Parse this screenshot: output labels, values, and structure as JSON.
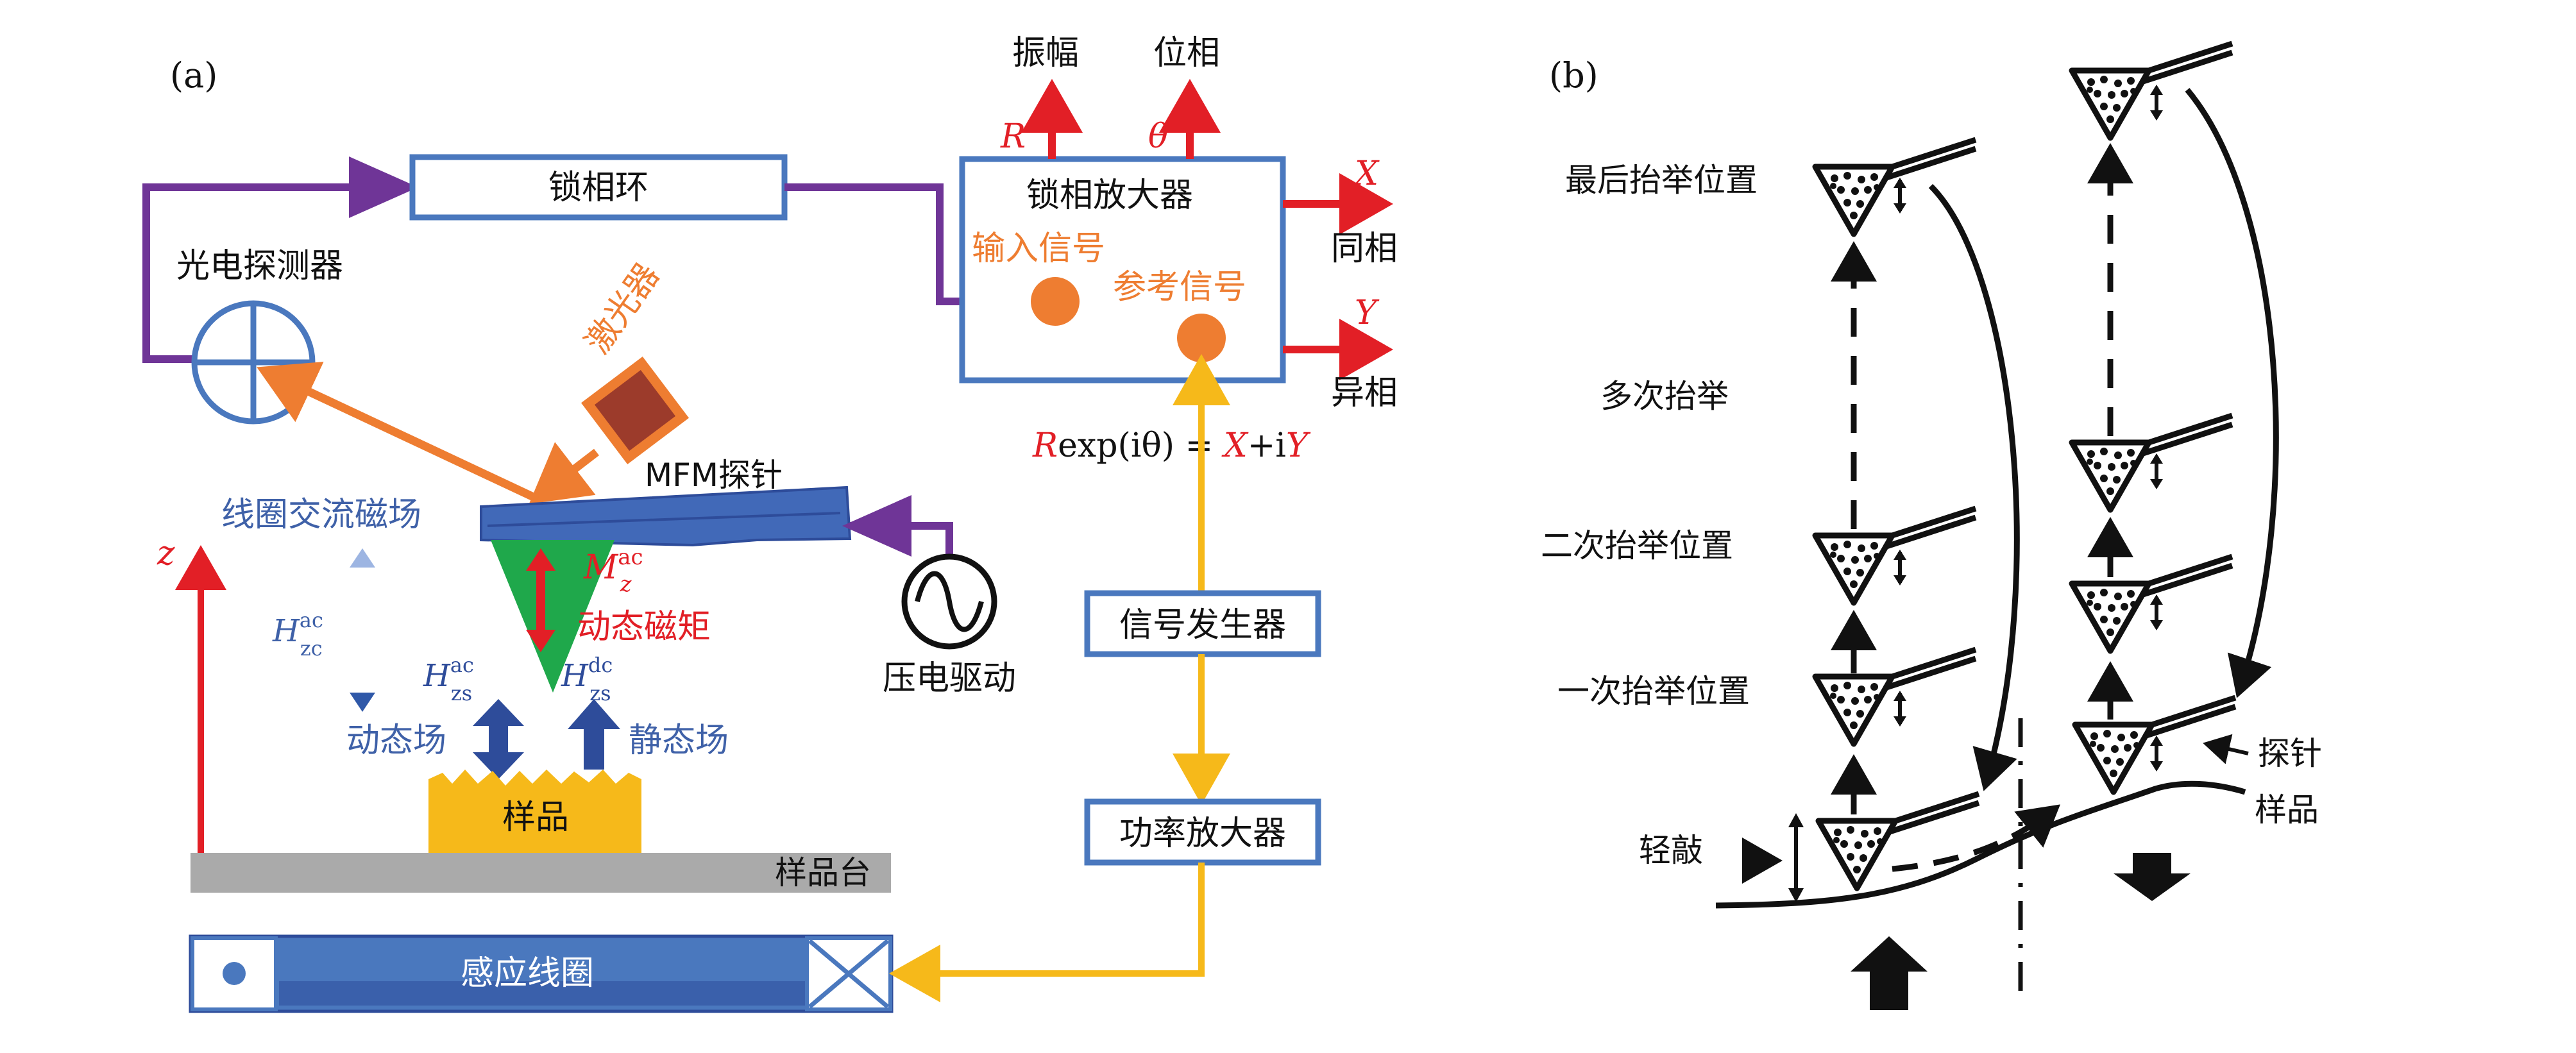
{
  "panel_a": {
    "label": "(a)",
    "lockin_loop": "锁相环",
    "photodetector": "光电探测器",
    "laser": "激光器",
    "probe": "MFM探针",
    "coil_field": "线圈交流磁场",
    "z_axis": "z",
    "h_zc": "H",
    "h_zc_sup": "ac",
    "h_zc_sub": "zc",
    "h_zs_ac": "H",
    "h_zs_ac_sup": "ac",
    "h_zs_ac_sub": "zs",
    "h_zs_dc": "H",
    "h_zs_dc_sup": "dc",
    "h_zs_dc_sub": "zs",
    "mz": "M",
    "mz_sup": "ac",
    "mz_sub": "z",
    "dynamic_moment": "动态磁矩",
    "dynamic_field": "动态场",
    "static_field": "静态场",
    "sample": "样品",
    "stage": "样品台",
    "induction_coil": "感应线圈",
    "piezo_drive": "压电驱动",
    "lockin_amp": "锁相放大器",
    "input_signal": "输入信号",
    "ref_signal": "参考信号",
    "amplitude": "振幅",
    "phase": "位相",
    "R": "R",
    "theta": "θ",
    "X": "X",
    "Y": "Y",
    "in_phase": "同相",
    "quadrature": "异相",
    "formula_R": "R",
    "formula_mid": "exp(iθ) = ",
    "formula_X": "X",
    "formula_plus": "+i",
    "formula_Y": "Y",
    "signal_gen": "信号发生器",
    "power_amp": "功率放大器"
  },
  "panel_b": {
    "label": "(b)",
    "final_lift": "最后抬举位置",
    "multi_lift": "多次抬举",
    "second_lift": "二次抬举位置",
    "first_lift": "一次抬举位置",
    "tap": "轻敲",
    "probe": "探针",
    "sample": "样品"
  },
  "colors": {
    "box_blue": "#4a78be",
    "purple": "#6f3597",
    "orange": "#ee7d31",
    "red": "#e21f26",
    "yellow": "#f6b91a",
    "green": "#1fa84b",
    "dark_blue": "#2e4c9a",
    "coil_blue": "#4169b8",
    "gray": "#aaaaaa",
    "text_blue": "#3f61a8"
  }
}
